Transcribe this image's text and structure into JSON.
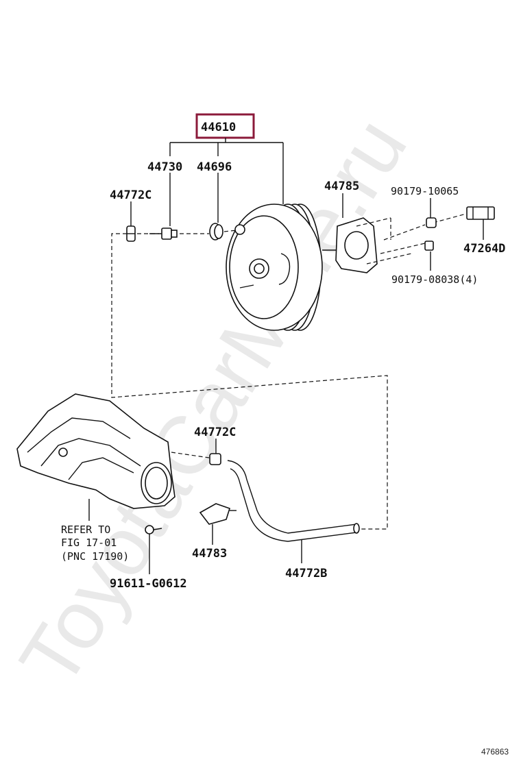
{
  "watermark": "ToyotaCarMine.ru",
  "highlight_color": "#8b1a3a",
  "labels": {
    "main_part": "44610",
    "p44730": "44730",
    "p44696": "44696",
    "p44772c_top": "44772C",
    "p44785": "44785",
    "p90179_10065": "90179-10065",
    "p47264d": "47264D",
    "p90179_08038": "90179-08038(4)",
    "p44772c_mid": "44772C",
    "p44783": "44783",
    "p44772b": "44772B",
    "p91611": "91611-G0612",
    "refer_line1": "REFER TO",
    "refer_line2": "FIG 17-01",
    "refer_line3": "(PNC 17190)"
  },
  "figure_number": "476863"
}
